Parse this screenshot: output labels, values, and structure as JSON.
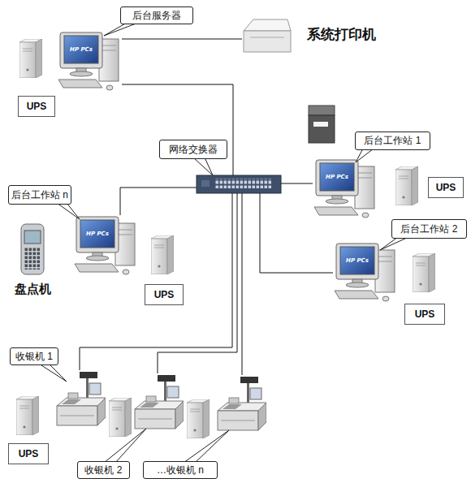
{
  "diagram": {
    "nodes": [
      {
        "text": [
          "后台服务器"
        ]
      },
      {
        "text": [
          "系统打印机"
        ]
      },
      {
        "text": [
          "UPS"
        ]
      },
      {
        "text": [
          "网络交换器"
        ]
      },
      {
        "text": [
          "后台工作站 1"
        ]
      },
      {
        "text": [
          "UPS"
        ]
      },
      {
        "text": [
          "后台工作站 n"
        ]
      },
      {
        "text": [
          "盘点机"
        ]
      },
      {
        "text": [
          "UPS"
        ]
      },
      {
        "text": [
          "后台工作站 2"
        ]
      },
      {
        "text": [
          "UPS"
        ]
      },
      {
        "text": [
          "收银机 1"
        ]
      },
      {
        "text": [
          "UPS"
        ]
      },
      {
        "text": [
          "收银机 2"
        ]
      },
      {
        "text": [
          "…收银机 n"
        ]
      }
    ],
    "edges": [
      {
        "from": 0,
        "to": 3,
        "arrow": "none"
      },
      {
        "from": 0,
        "to": 1,
        "arrow": "none"
      },
      {
        "from": 3,
        "to": 4,
        "arrow": "none"
      },
      {
        "from": 3,
        "to": 6,
        "arrow": "none"
      },
      {
        "from": 3,
        "to": 9,
        "arrow": "none"
      },
      {
        "from": 3,
        "to": 11,
        "arrow": "none"
      },
      {
        "from": 3,
        "to": 13,
        "arrow": "none"
      },
      {
        "from": 3,
        "to": 14,
        "arrow": "none"
      }
    ],
    "labels": [
      "HP PCs",
      "HP PCs",
      "HP PCs",
      "HP PCs"
    ]
  }
}
